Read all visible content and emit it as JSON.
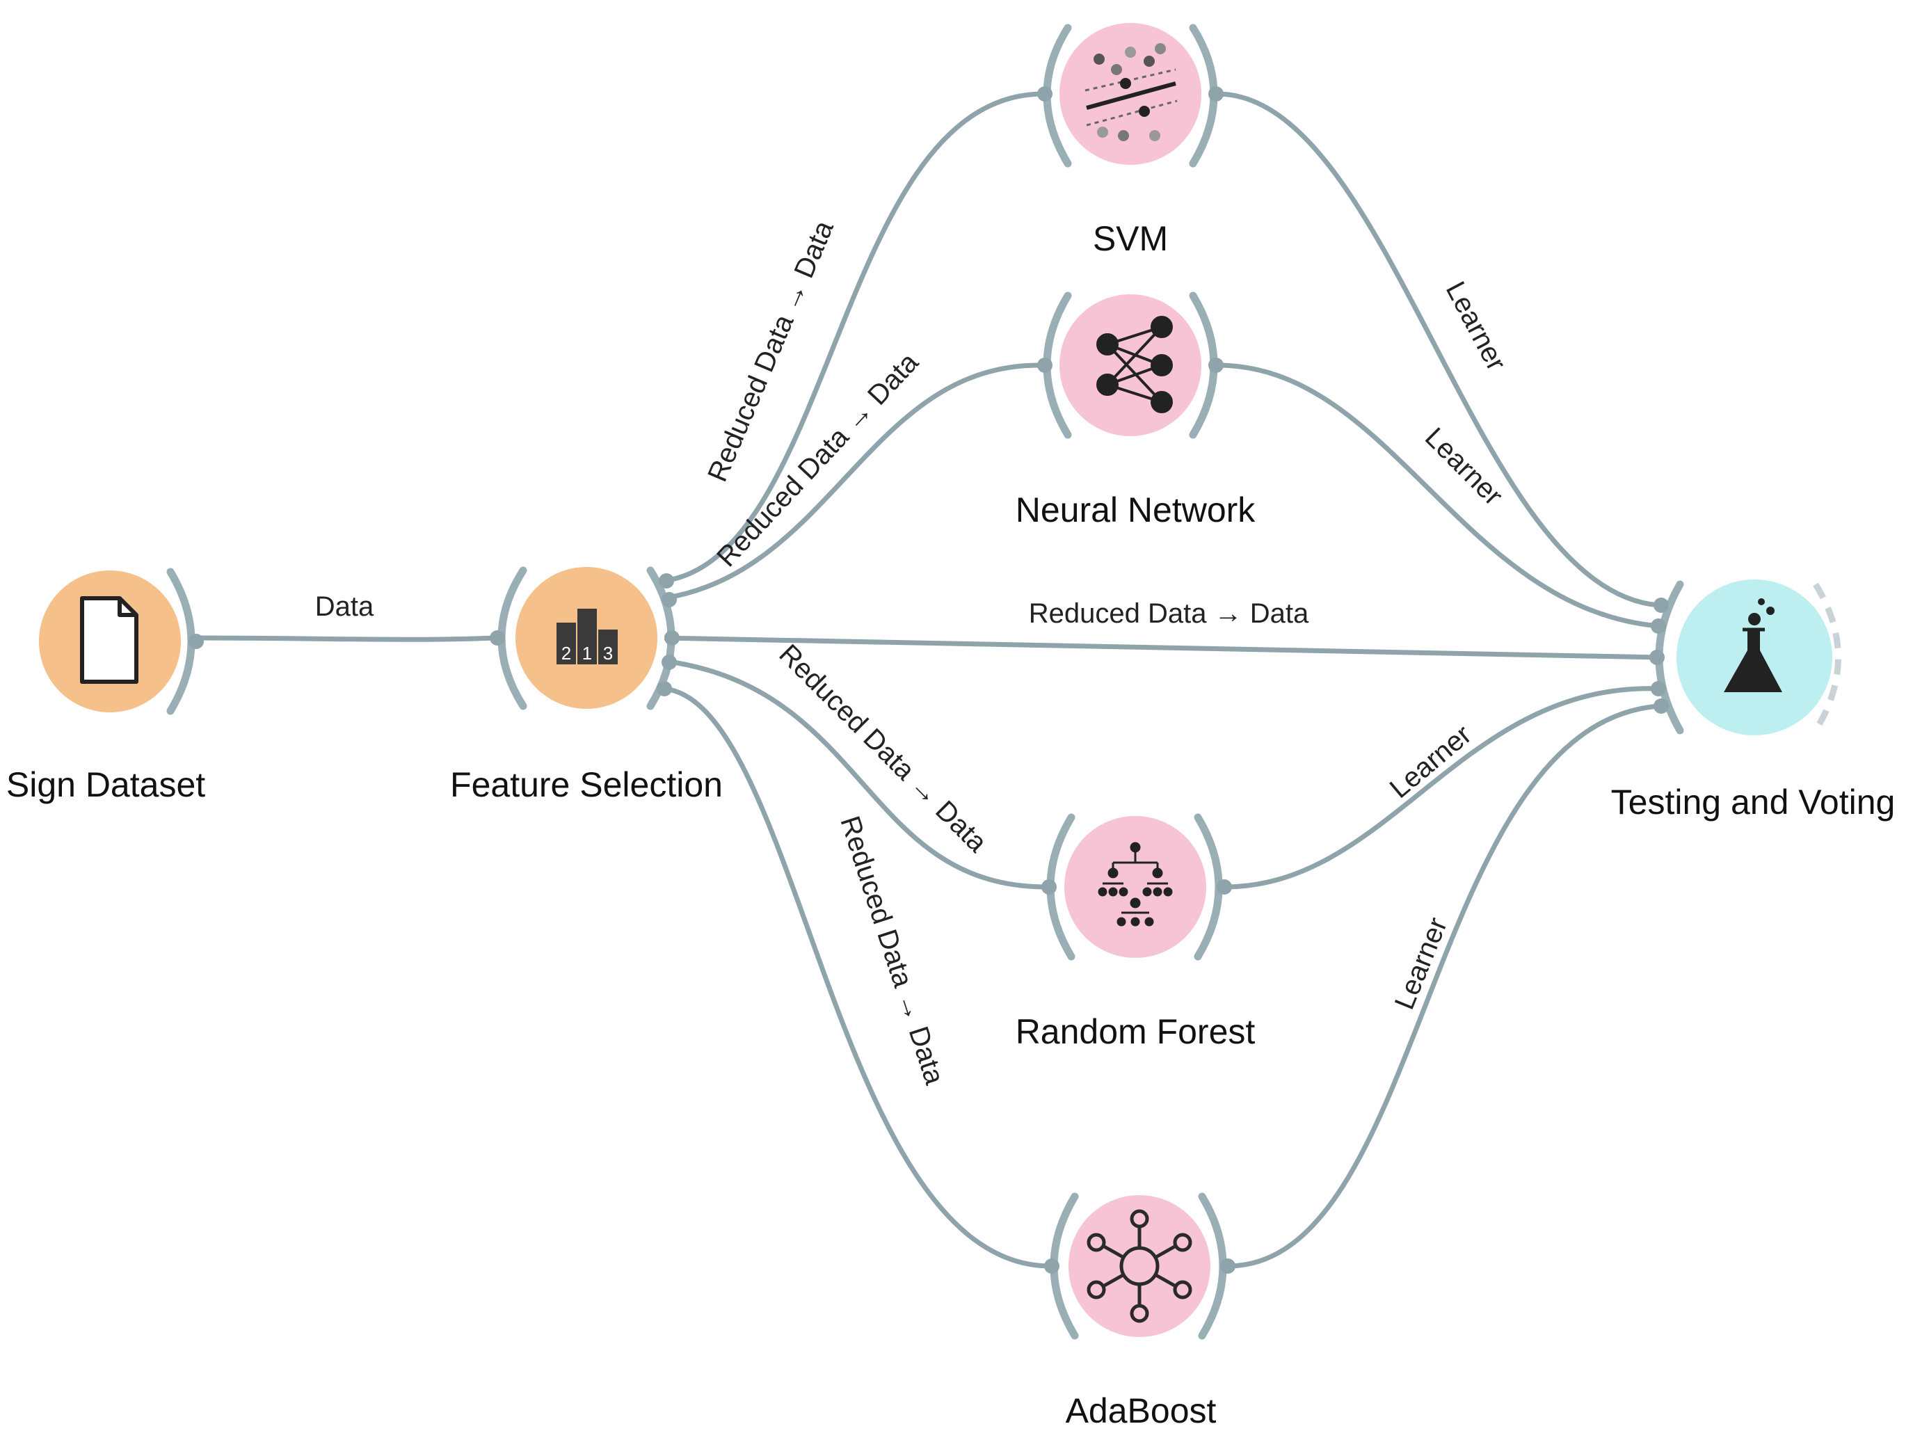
{
  "workflow": {
    "nodes": {
      "sign_dataset": {
        "label": "Sign Dataset",
        "icon": "file-icon",
        "color": "#f5c08a"
      },
      "feature_selection": {
        "label": "Feature Selection",
        "icon": "rank-podium-icon",
        "color": "#f5c08a"
      },
      "svm": {
        "label": "SVM",
        "icon": "svm-scatter-icon",
        "color": "#f7c4d6"
      },
      "neural_network": {
        "label": "Neural Network",
        "icon": "neural-network-icon",
        "color": "#f7c4d6"
      },
      "random_forest": {
        "label": "Random Forest",
        "icon": "tree-ensemble-icon",
        "color": "#f7c4d6"
      },
      "adaboost": {
        "label": "AdaBoost",
        "icon": "hub-network-icon",
        "color": "#f7c4d6"
      },
      "testing_voting": {
        "label": "Testing and Voting",
        "icon": "flask-icon",
        "color": "#bdeef0"
      }
    },
    "edges": {
      "dataset_to_fs": "Data",
      "fs_to_svm": "Reduced Data → Data",
      "fs_to_nn": "Reduced Data → Data",
      "fs_to_test": "Reduced Data → Data",
      "fs_to_rf": "Reduced Data → Data",
      "fs_to_ada": "Reduced Data → Data",
      "svm_to_test": "Learner",
      "nn_to_test": "Learner",
      "rf_to_test": "Learner",
      "ada_to_test": "Learner"
    },
    "rank_digits": [
      "2",
      "1",
      "3"
    ],
    "link_color": "#8fa3ab"
  }
}
